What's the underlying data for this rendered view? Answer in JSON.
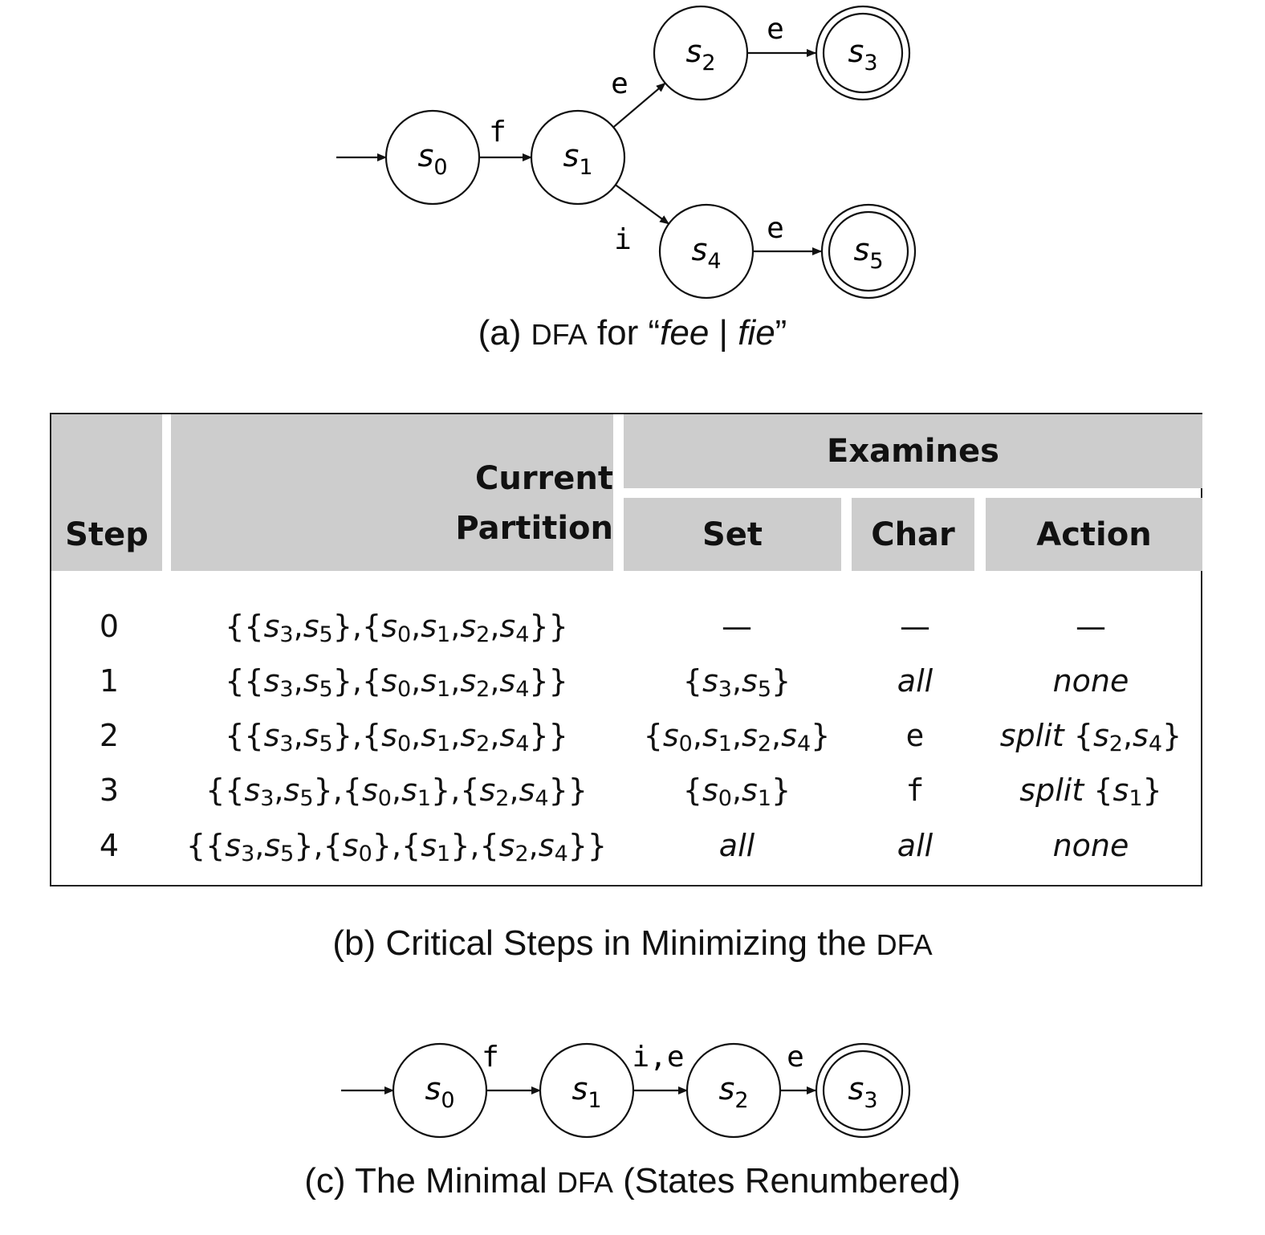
{
  "dfa_a": {
    "states": [
      {
        "id": "s0",
        "base": "s",
        "sub": "0",
        "accepting": false
      },
      {
        "id": "s1",
        "base": "s",
        "sub": "1",
        "accepting": false
      },
      {
        "id": "s2",
        "base": "s",
        "sub": "2",
        "accepting": false
      },
      {
        "id": "s3",
        "base": "s",
        "sub": "3",
        "accepting": true
      },
      {
        "id": "s4",
        "base": "s",
        "sub": "4",
        "accepting": false
      },
      {
        "id": "s5",
        "base": "s",
        "sub": "5",
        "accepting": true
      }
    ],
    "transitions": [
      {
        "from": "s0",
        "to": "s1",
        "label": "f"
      },
      {
        "from": "s1",
        "to": "s2",
        "label": "e"
      },
      {
        "from": "s1",
        "to": "s4",
        "label": "i"
      },
      {
        "from": "s2",
        "to": "s3",
        "label": "e"
      },
      {
        "from": "s4",
        "to": "s5",
        "label": "e"
      }
    ],
    "start": "s0"
  },
  "caption_a": {
    "prefix": "(a) ",
    "dfa": "DFA",
    "mid": " for “",
    "word1": "fee",
    "bar": " | ",
    "word2": "fie",
    "suffix": "”"
  },
  "table": {
    "headers": {
      "step": "Step",
      "partition_line1": "Current",
      "partition_line2": "Partition",
      "examines": "Examines",
      "set": "Set",
      "char": "Char",
      "action": "Action"
    },
    "rows": [
      {
        "step": "0",
        "partition": [
          [
            "s3",
            "s5"
          ],
          [
            "s0",
            "s1",
            "s2",
            "s4"
          ]
        ],
        "set": {
          "kind": "text",
          "value": "—"
        },
        "char": {
          "kind": "text",
          "value": "—"
        },
        "action": {
          "kind": "text",
          "value": "—"
        }
      },
      {
        "step": "1",
        "partition": [
          [
            "s3",
            "s5"
          ],
          [
            "s0",
            "s1",
            "s2",
            "s4"
          ]
        ],
        "set": {
          "kind": "set",
          "value": [
            "s3",
            "s5"
          ]
        },
        "char": {
          "kind": "italic",
          "value": "all"
        },
        "action": {
          "kind": "italic",
          "value": "none"
        }
      },
      {
        "step": "2",
        "partition": [
          [
            "s3",
            "s5"
          ],
          [
            "s0",
            "s1",
            "s2",
            "s4"
          ]
        ],
        "set": {
          "kind": "set",
          "value": [
            "s0",
            "s1",
            "s2",
            "s4"
          ]
        },
        "char": {
          "kind": "mono",
          "value": "e"
        },
        "action": {
          "kind": "split",
          "word": "split",
          "value": [
            "s2",
            "s4"
          ]
        }
      },
      {
        "step": "3",
        "partition": [
          [
            "s3",
            "s5"
          ],
          [
            "s0",
            "s1"
          ],
          [
            "s2",
            "s4"
          ]
        ],
        "set": {
          "kind": "set",
          "value": [
            "s0",
            "s1"
          ]
        },
        "char": {
          "kind": "mono",
          "value": "f"
        },
        "action": {
          "kind": "split",
          "word": "split",
          "value": [
            "s1"
          ]
        }
      },
      {
        "step": "4",
        "partition": [
          [
            "s3",
            "s5"
          ],
          [
            "s0"
          ],
          [
            "s1"
          ],
          [
            "s2",
            "s4"
          ]
        ],
        "set": {
          "kind": "italic",
          "value": "all"
        },
        "char": {
          "kind": "italic",
          "value": "all"
        },
        "action": {
          "kind": "italic",
          "value": "none"
        }
      }
    ]
  },
  "caption_b": {
    "prefix": "(b) Critical Steps in Minimizing the ",
    "dfa": "DFA"
  },
  "dfa_c": {
    "states": [
      {
        "id": "s0",
        "base": "s",
        "sub": "0",
        "accepting": false
      },
      {
        "id": "s1",
        "base": "s",
        "sub": "1",
        "accepting": false
      },
      {
        "id": "s2",
        "base": "s",
        "sub": "2",
        "accepting": false
      },
      {
        "id": "s3",
        "base": "s",
        "sub": "3",
        "accepting": true
      }
    ],
    "transitions": [
      {
        "from": "s0",
        "to": "s1",
        "label": "f"
      },
      {
        "from": "s1",
        "to": "s2",
        "label": "i,e"
      },
      {
        "from": "s2",
        "to": "s3",
        "label": "e"
      }
    ],
    "start": "s0"
  },
  "caption_c": {
    "prefix": "(c) The Minimal ",
    "dfa": "DFA",
    "suffix": " (States Renumbered)"
  }
}
